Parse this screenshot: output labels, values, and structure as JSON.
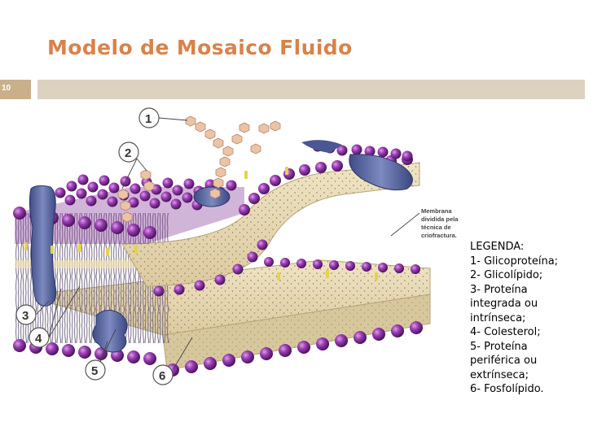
{
  "slide": {
    "title": "Modelo de Mosaico Fluido",
    "page_number": "10"
  },
  "diagram": {
    "callout_lines": [
      "Membrana",
      "dividida pela",
      "técnica de",
      "criofractura."
    ],
    "markers": [
      "1",
      "2",
      "3",
      "4",
      "5",
      "6"
    ]
  },
  "legend": {
    "heading": "LEGENDA:",
    "items": [
      "1- Glicoproteína;",
      "2- Glicolípido;",
      "3- Proteína",
      "integrada ou",
      "intrínseca;",
      "4- Colesterol;",
      "5- Proteína",
      "periférica ou",
      "extrínseca;",
      "6- Fosfolípido."
    ]
  },
  "colors": {
    "title": "#d9824a",
    "head_purple": "#8a2ea0",
    "membrane_tan": "#e8dcb5",
    "protein_blue": "#5b6aa3",
    "glycan_peach": "#e8b99b"
  }
}
